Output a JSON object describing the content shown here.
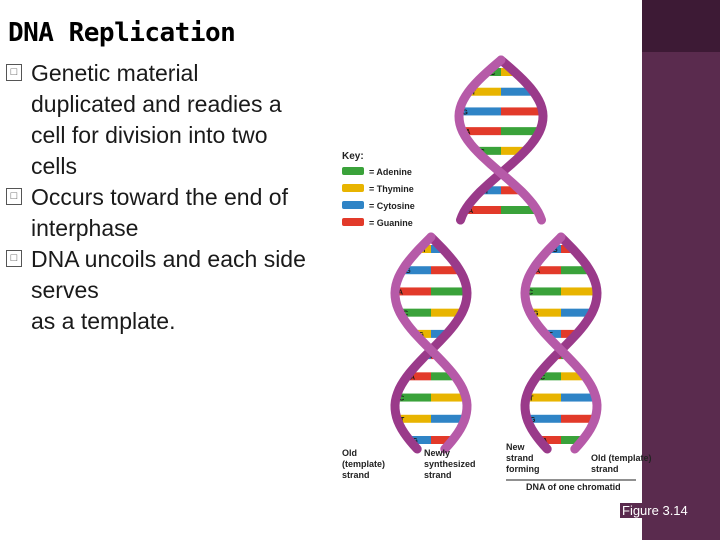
{
  "slide": {
    "title": "DNA Replication",
    "bullets": [
      {
        "text": "Genetic material\nduplicated and readies a\ncell for division into two\ncells"
      },
      {
        "text": "Occurs toward the end of\ninterphase"
      },
      {
        "text": "DNA uncoils and each side\nserves\nas a template."
      }
    ],
    "bullet_glyph": "□"
  },
  "figure": {
    "key_title": "Key:",
    "key": [
      {
        "label": "= Adenine",
        "color": "#3aa23a"
      },
      {
        "label": "= Thymine",
        "color": "#e8b400"
      },
      {
        "label": "= Cytosine",
        "color": "#2f84c6"
      },
      {
        "label": "= Guanine",
        "color": "#e23a2a"
      }
    ],
    "labels": {
      "old_strand_left": "Old\n(template)\nstrand",
      "newly_synth": "Newly\nsynthesized\nstrand",
      "new_strand_forming": "New\nstrand\nforming",
      "old_strand_right": "Old (template)\nstrand",
      "dna_chromatid": "DNA of one chromatid"
    },
    "base_letters": [
      "C",
      "T",
      "G",
      "A",
      "C",
      "G",
      "T",
      "A"
    ],
    "caption": "Figure 3.14"
  },
  "colors": {
    "accent": "#5a2b4e",
    "accent_dark": "#3d1a35",
    "helix": "#9a3a8a"
  }
}
